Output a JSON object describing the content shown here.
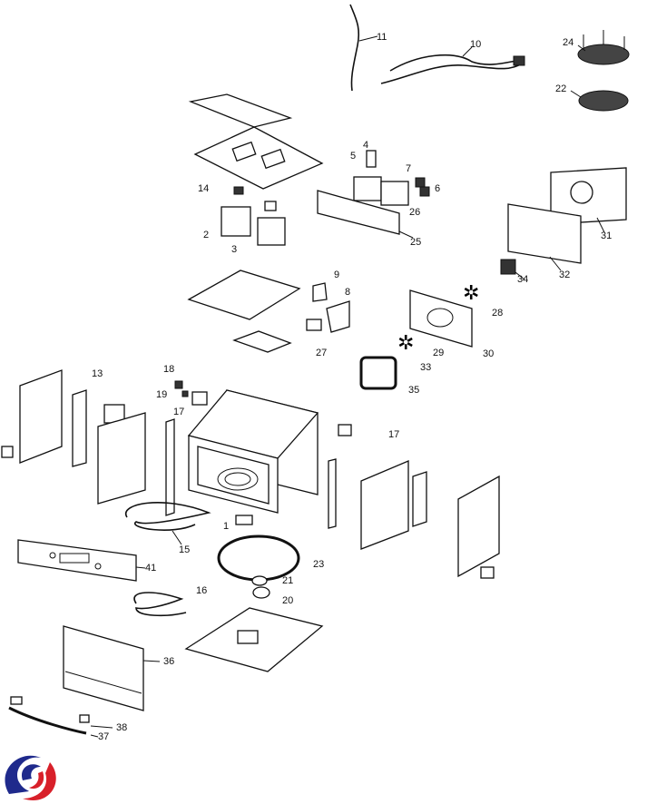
{
  "title": "Wall oven / microwave combination exploded parts diagram",
  "labels": {
    "p11": "11",
    "p10": "10",
    "p24": "24",
    "p22": "22",
    "p4": "4",
    "p5": "5",
    "p7": "7",
    "p6": "6",
    "p14": "14",
    "p26": "26",
    "p2": "2",
    "p3": "3",
    "p25": "25",
    "p31": "31",
    "p32": "32",
    "p34": "34",
    "p9": "9",
    "p8": "8",
    "p28": "28",
    "p27": "27",
    "p29": "29",
    "p30": "30",
    "p33": "33",
    "p35": "35",
    "p13": "13",
    "p18": "18",
    "p19": "19",
    "p17a": "17",
    "p17b": "17",
    "p1": "1",
    "p15": "15",
    "p23": "23",
    "p21": "21",
    "p41": "41",
    "p16": "16",
    "p20": "20",
    "p36": "36",
    "p38": "38",
    "p37": "37"
  },
  "logo": {
    "colors": [
      "#1f2a8c",
      "#d8202a"
    ]
  }
}
